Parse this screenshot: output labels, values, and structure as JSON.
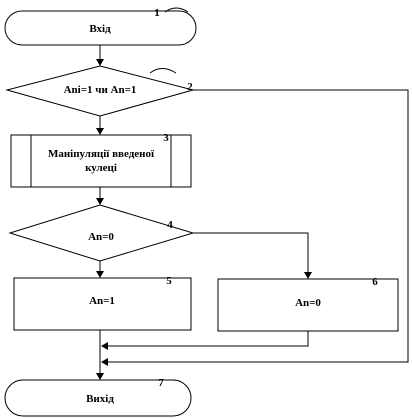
{
  "blocks": {
    "start": {
      "number": "1",
      "label": "Вхід"
    },
    "decision_main": {
      "number": "2",
      "label": "Ani=1 чи An=1"
    },
    "process_predefined": {
      "number": "3",
      "label_line1": "Маніпуляції введеної",
      "label_line2": "кулеці"
    },
    "decision_an": {
      "number": "4",
      "label": "An=0"
    },
    "assign_one": {
      "number": "5",
      "label": "An=1"
    },
    "assign_zero": {
      "number": "6",
      "label": "An=0"
    },
    "end": {
      "number": "7",
      "label": "Вихід"
    }
  }
}
